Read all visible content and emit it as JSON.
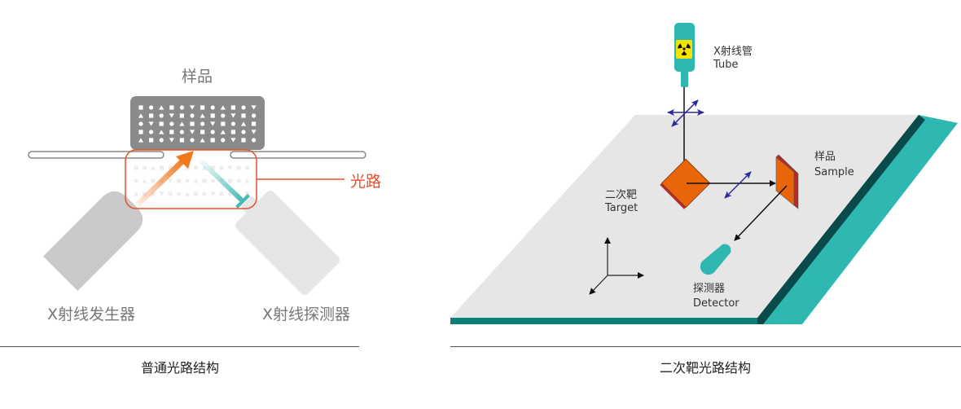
{
  "left": {
    "sample_label": "样品",
    "light_path_label": "光路",
    "generator_label": "X射线发生器",
    "detector_label": "X射线探测器",
    "caption": "普通光路结构"
  },
  "right": {
    "tube_label_cn": "X射线管",
    "tube_label_en": "Tube",
    "sample_label_cn": "样品",
    "sample_label_en": "Sample",
    "target_label_cn": "二次靶",
    "target_label_en": "Target",
    "detector_label_cn": "探测器",
    "detector_label_en": "Detector",
    "caption": "二次靶光路结构"
  },
  "colors": {
    "orange": "#e8502a",
    "teal": "#2fb8b2",
    "dark_teal": "#0e7f74",
    "gray_text": "#777777",
    "target_orange": "#e8650a",
    "blue_arrow": "#2a2a9a"
  }
}
